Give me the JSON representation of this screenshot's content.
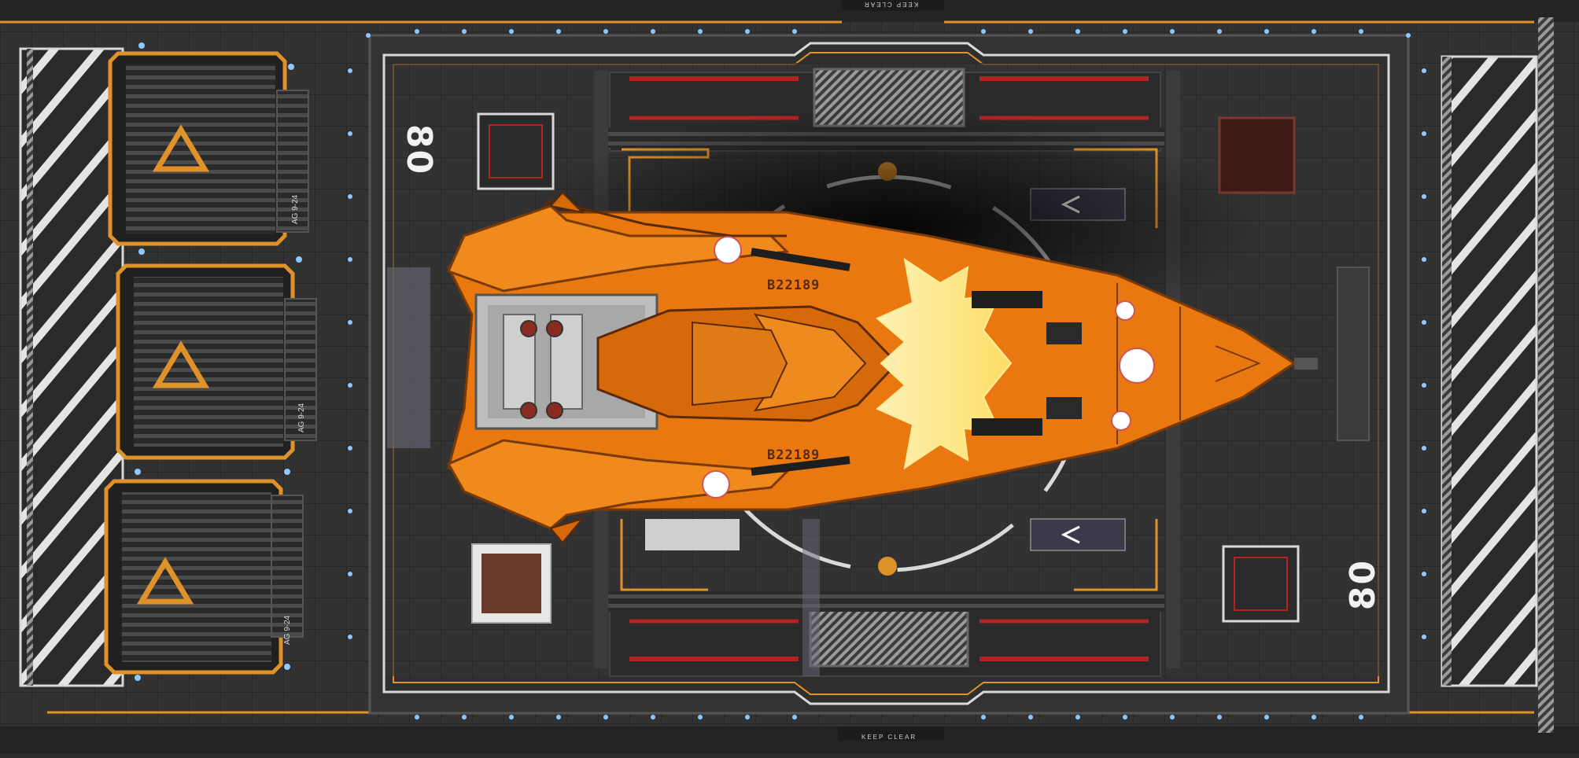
{
  "landing_pad": {
    "pad_number": "80",
    "keep_clear_text": "KEEP CLEAR",
    "bay_labels": [
      "AG 9-24",
      "AG 9-24",
      "AG 9-24"
    ]
  },
  "ship": {
    "hull_id": "B22189"
  },
  "colors": {
    "deck": "#2e2e2e",
    "deck_dark": "#1f1f1f",
    "stripe_white": "#e6e6e6",
    "accent_orange": "#e0922a",
    "ship_orange": "#e8780f",
    "ship_dark": "#b85408",
    "light_blue": "#8fc8ff",
    "warning_red": "#b3231f"
  }
}
